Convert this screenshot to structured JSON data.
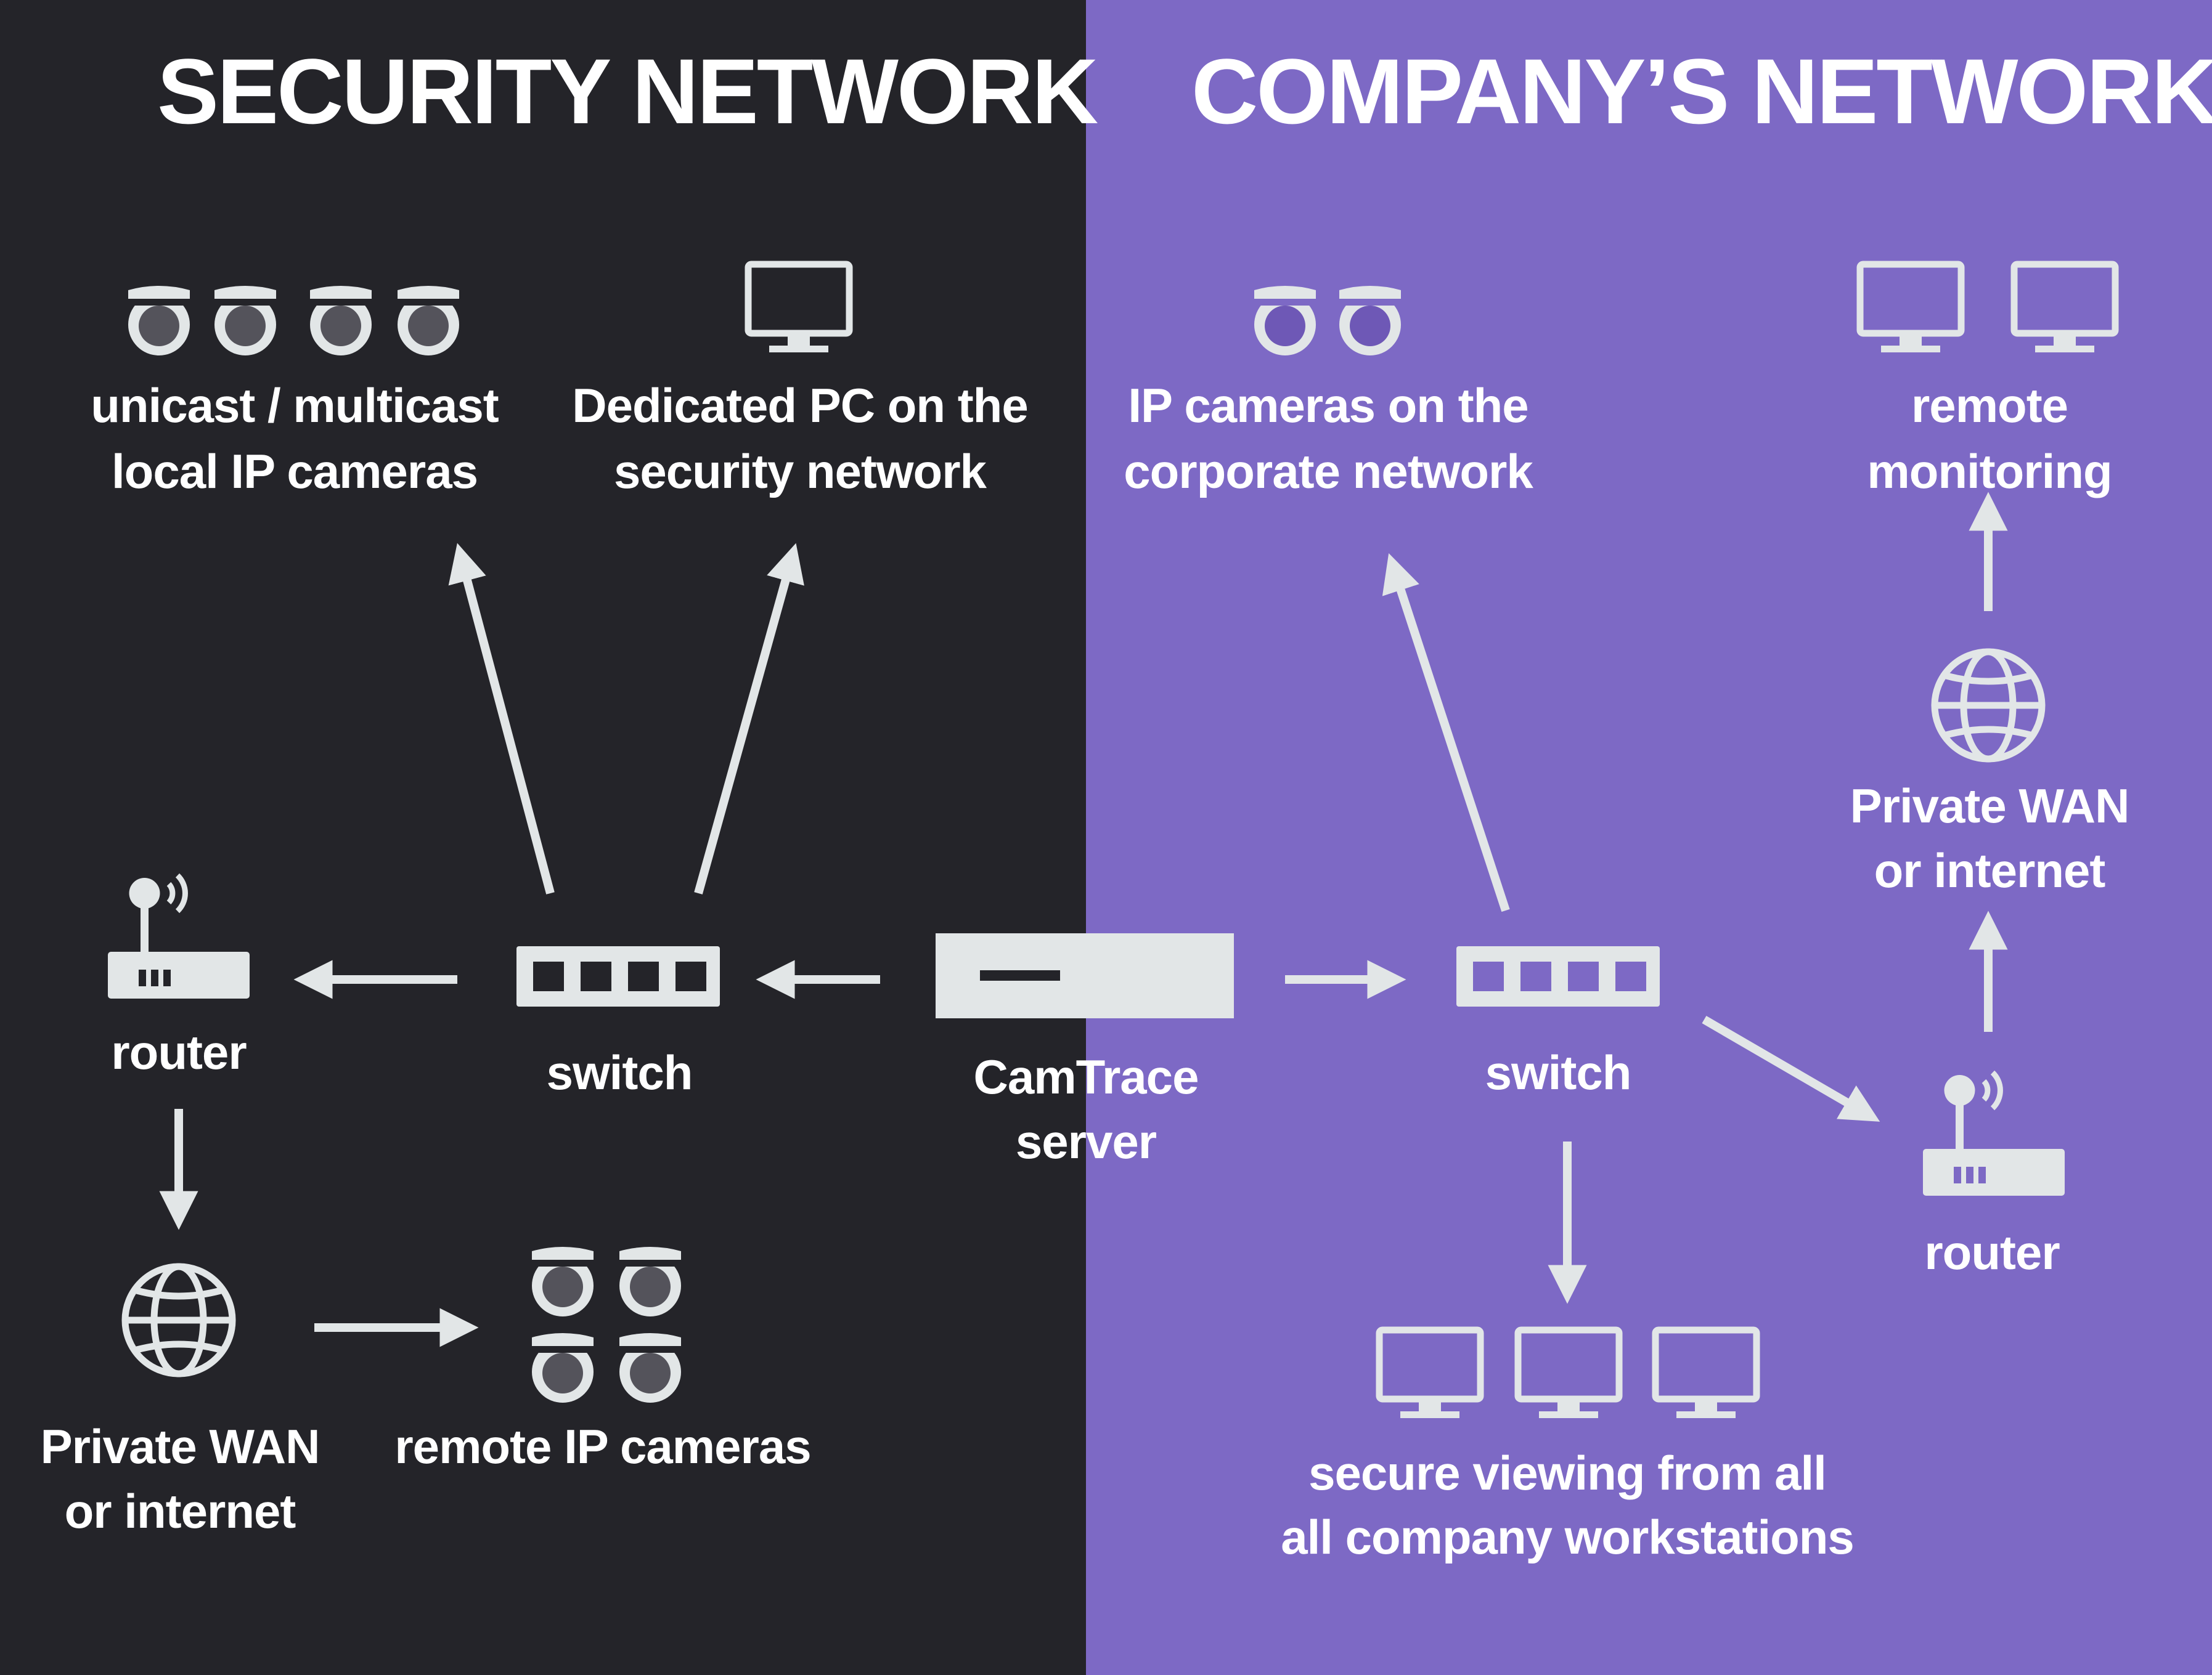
{
  "colors": {
    "security_bg": "#242429",
    "company_bg": "#7d69c5",
    "foreground": "#e2e6e7",
    "text": "#ffffff"
  },
  "security": {
    "title": "SECURITY NETWORK",
    "local_cameras": [
      "unicast / multicast",
      "local IP cameras"
    ],
    "dedicated_pc": [
      "Dedicated PC on the",
      "security network"
    ],
    "router": "router",
    "switch": "switch",
    "wan": [
      "Private WAN",
      "or internet"
    ],
    "remote_cameras": "remote IP cameras"
  },
  "server": [
    "CamTrace",
    "server"
  ],
  "company": {
    "title": "COMPANY’S NETWORK",
    "ip_cameras": [
      "IP cameras on the",
      "corporate network"
    ],
    "remote_monitoring": [
      "remote",
      "monitoring"
    ],
    "wan": [
      "Private WAN",
      "or internet"
    ],
    "switch": "switch",
    "router": "router",
    "workstations": [
      "secure viewing from all",
      "all company workstations"
    ]
  },
  "icons": {
    "camera": "dome-camera-icon",
    "monitor": "monitor-icon",
    "router": "wifi-router-icon",
    "switch": "network-switch-icon",
    "globe": "globe-icon",
    "server": "rack-server-icon"
  }
}
